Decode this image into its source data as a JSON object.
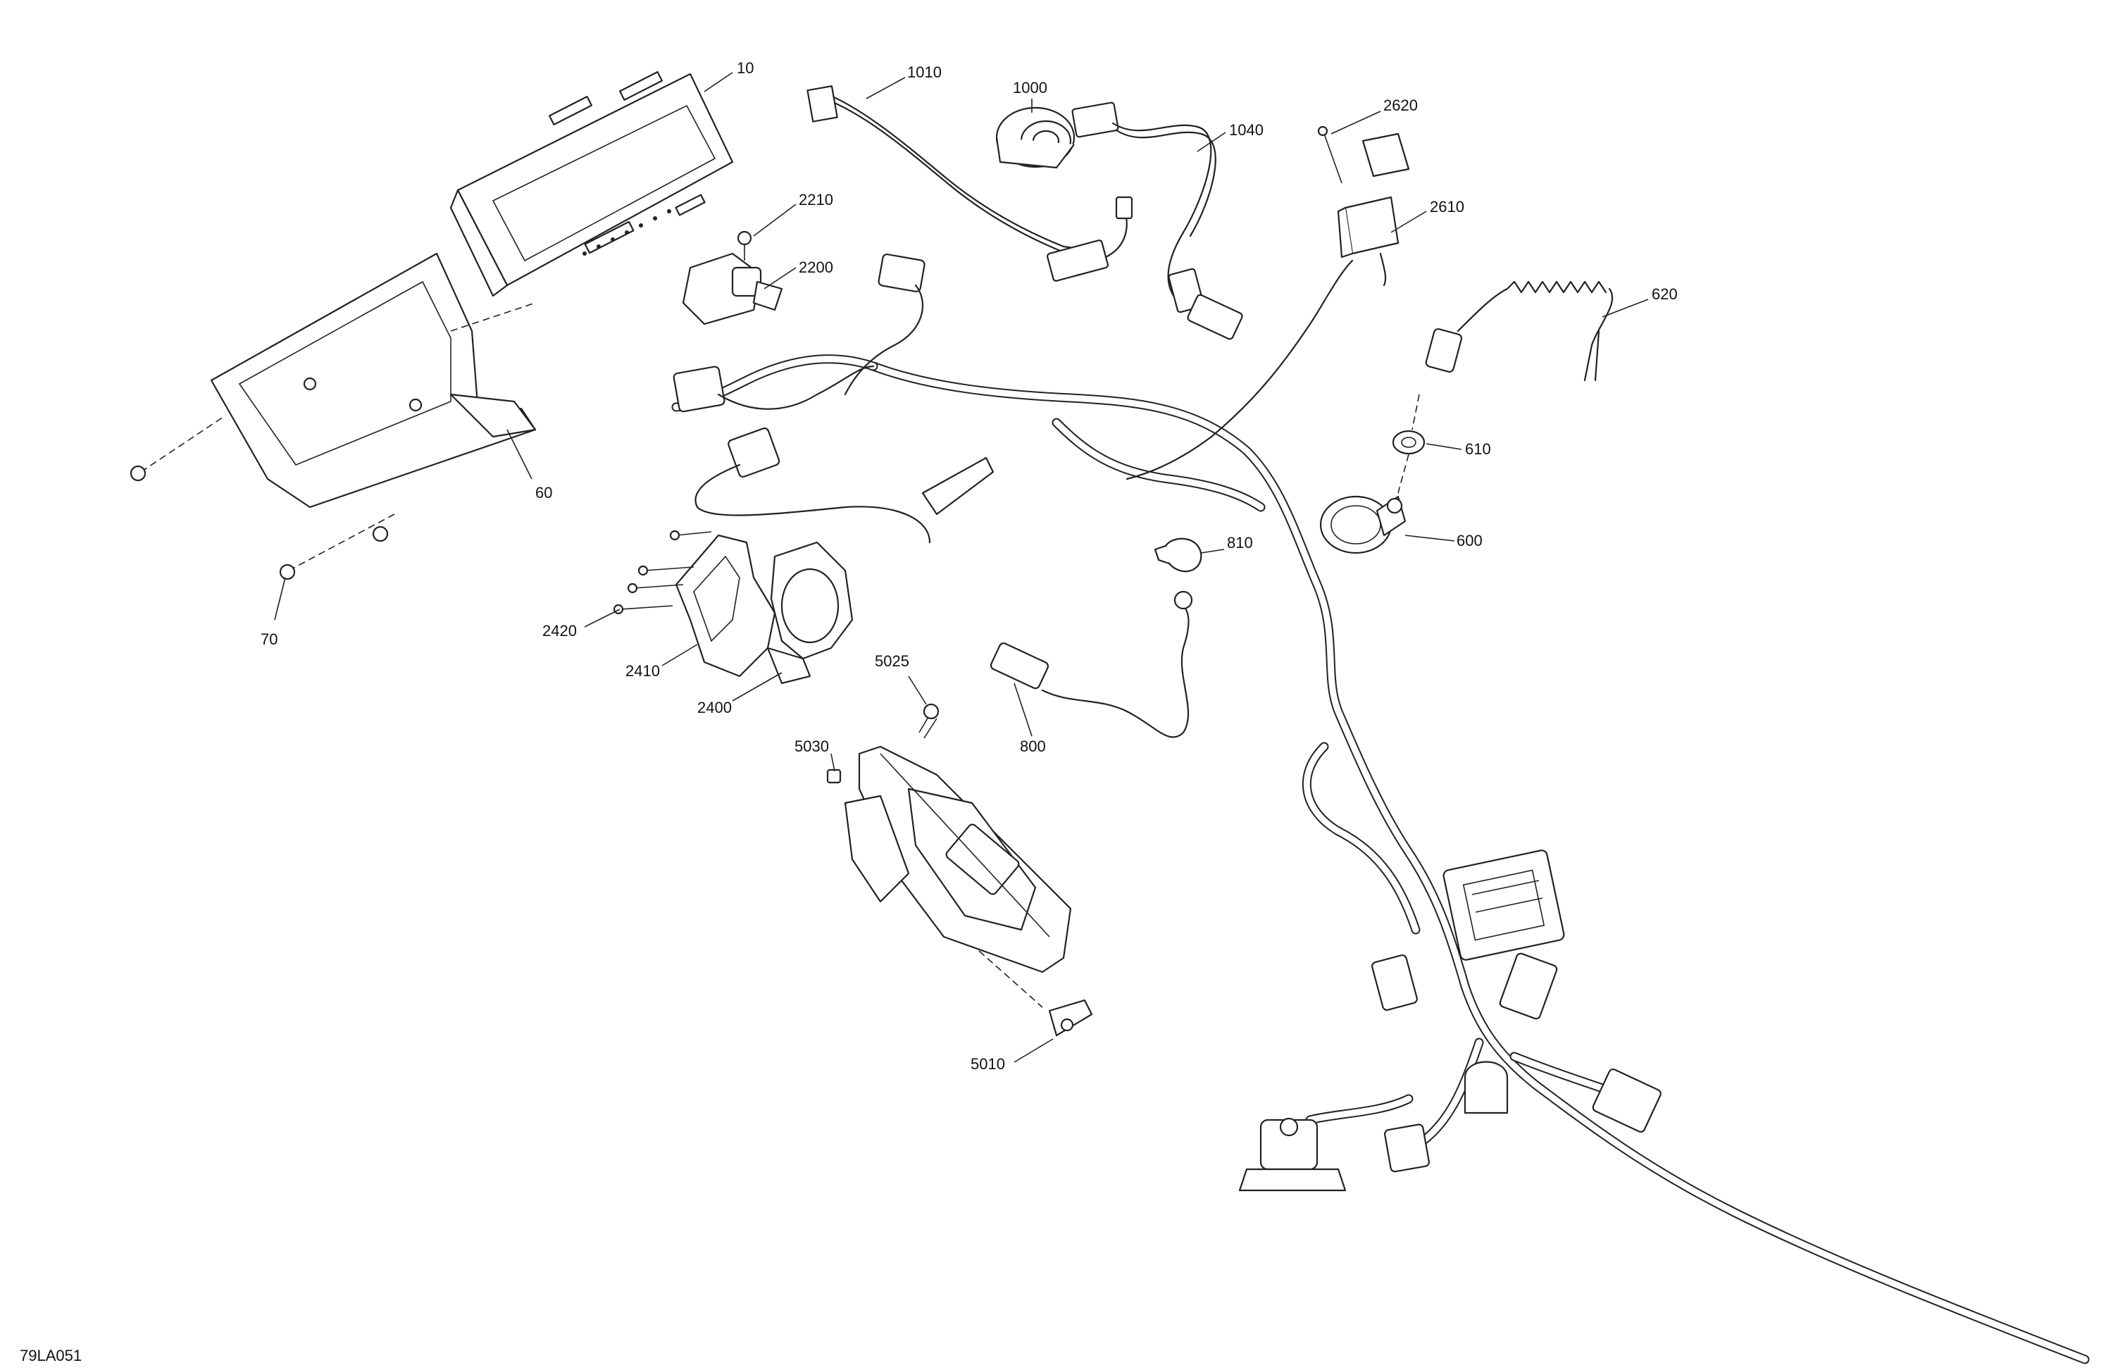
{
  "document_code": "79LA051",
  "callouts": {
    "c10": "10",
    "c60": "60",
    "c70": "70",
    "c600": "600",
    "c610": "610",
    "c620": "620",
    "c800": "800",
    "c810": "810",
    "c1000": "1000",
    "c1010": "1010",
    "c1040": "1040",
    "c2200": "2200",
    "c2210": "2210",
    "c2400": "2400",
    "c2410": "2410",
    "c2420": "2420",
    "c2610": "2610",
    "c2620": "2620",
    "c5010": "5010",
    "c5025": "5025",
    "c5030": "5030"
  }
}
